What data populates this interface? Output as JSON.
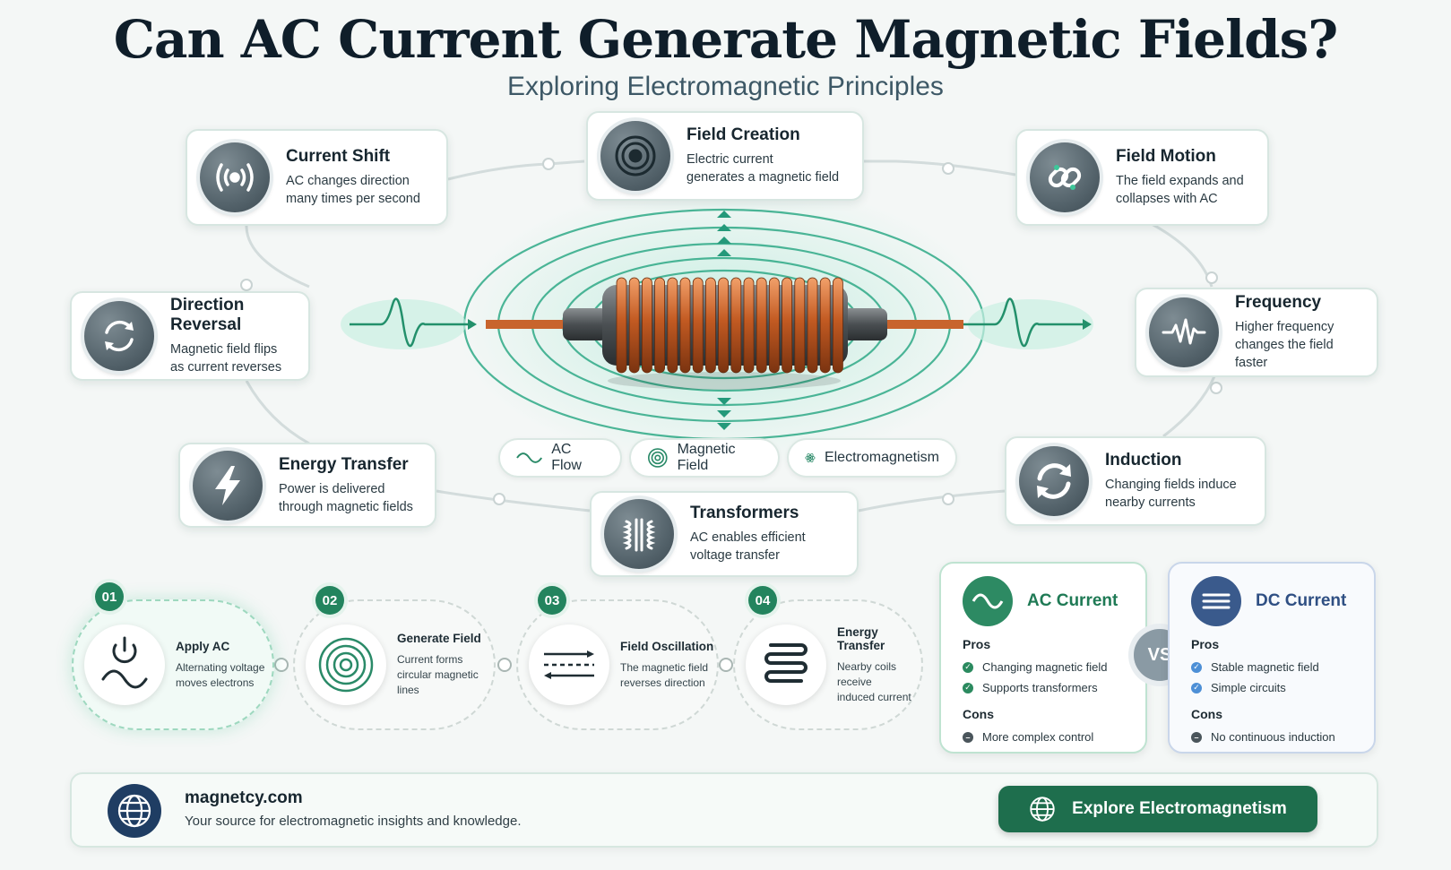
{
  "header": {
    "title": "Can AC Current Generate Magnetic Fields?",
    "subtitle": "Exploring Electromagnetic Principles"
  },
  "cards": [
    {
      "title": "Current Shift",
      "line1": "AC changes direction",
      "line2": "many times per second",
      "icon": "signal-waves-icon"
    },
    {
      "title": "Field Creation",
      "line1": "Electric current",
      "line2": "generates a magnetic field",
      "icon": "concentric-rings-icon"
    },
    {
      "title": "Field Motion",
      "line1": "The field expands and",
      "line2": "collapses with AC",
      "icon": "field-loop-icon"
    },
    {
      "title": "Direction Reversal",
      "line1": "Magnetic field flips",
      "line2": "as current reverses",
      "icon": "reverse-arrows-icon"
    },
    {
      "title": "Frequency",
      "line1": "Higher frequency",
      "line2": "changes the field faster",
      "icon": "pulse-wave-icon"
    },
    {
      "title": "Energy Transfer",
      "line1": "Power is delivered",
      "line2": "through magnetic fields",
      "icon": "lightning-icon"
    },
    {
      "title": "Transformers",
      "line1": "AC enables efficient",
      "line2": "voltage transfer",
      "icon": "transformer-icon"
    },
    {
      "title": "Induction",
      "line1": "Changing fields induce",
      "line2": "nearby currents",
      "icon": "cycle-arrows-icon"
    }
  ],
  "pills": [
    "AC Flow",
    "Magnetic Field",
    "Electromagnetism"
  ],
  "steps": [
    {
      "num": "01",
      "title": "Apply AC",
      "line1": "Alternating voltage",
      "line2": "moves electrons"
    },
    {
      "num": "02",
      "title": "Generate Field",
      "line1": "Current forms",
      "line2": "circular magnetic lines"
    },
    {
      "num": "03",
      "title": "Field Oscillation",
      "line1": "The magnetic field",
      "line2": "reverses direction"
    },
    {
      "num": "04",
      "title": "Energy Transfer",
      "line1": "Nearby coils receive",
      "line2": "induced current"
    }
  ],
  "compare": {
    "ac": {
      "title": "AC Current",
      "pros_label": "Pros",
      "pros": [
        "Changing magnetic field",
        "Supports transformers"
      ],
      "cons_label": "Cons",
      "cons": [
        "More complex control"
      ]
    },
    "vs": "VS",
    "dc": {
      "title": "DC Current",
      "pros_label": "Pros",
      "pros": [
        "Stable magnetic field",
        "Simple circuits"
      ],
      "cons_label": "Cons",
      "cons": [
        "No continuous induction"
      ]
    }
  },
  "footer": {
    "site": "magnetcy.com",
    "tagline": "Your source for electromagnetic insights and knowledge.",
    "cta": "Explore Electromagnetism"
  },
  "colors": {
    "accent": "#1e6e4d",
    "copper": "#c8642d",
    "field": "#2faa87",
    "dc": "#3a5a8c"
  }
}
